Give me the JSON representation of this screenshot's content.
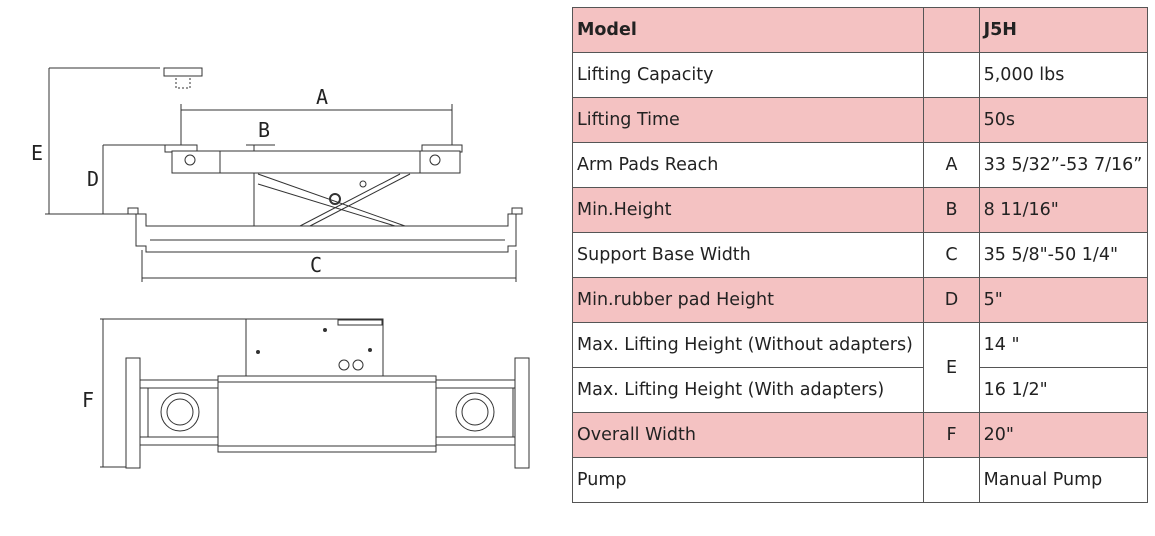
{
  "drawing": {
    "labels": {
      "a": "A",
      "b": "B",
      "c": "C",
      "d": "D",
      "e": "E",
      "f": "F"
    }
  },
  "colors": {
    "highlight_row": "#f4c2c2",
    "border": "#555555",
    "text": "#222222"
  },
  "spec_table": {
    "header": {
      "label": "Model",
      "letter": "",
      "value": "J5H"
    },
    "rows": [
      {
        "label": "Lifting Capacity",
        "letter": "",
        "value": "5,000 lbs"
      },
      {
        "label": "Lifting Time",
        "letter": "",
        "value": "50s"
      },
      {
        "label": "Arm Pads Reach",
        "letter": "A",
        "value": "33 5/32”-53 7/16”"
      },
      {
        "label": "Min.Height",
        "letter": "B",
        "value": "8 11/16\""
      },
      {
        "label": "Support Base Width",
        "letter": "C",
        "value": "35 5/8\"-50 1/4\""
      },
      {
        "label": "Min.rubber pad Height",
        "letter": "D",
        "value": "5\""
      },
      {
        "label": "Max. Lifting Height  (Without adapters)",
        "letter": "E",
        "value": "14 \""
      },
      {
        "label": "Max. Lifting Height (With adapters)",
        "letter": "",
        "value": "16 1/2\""
      },
      {
        "label": "Overall Width",
        "letter": "F",
        "value": "20\""
      },
      {
        "label": "Pump",
        "letter": "",
        "value": "Manual Pump"
      }
    ]
  }
}
